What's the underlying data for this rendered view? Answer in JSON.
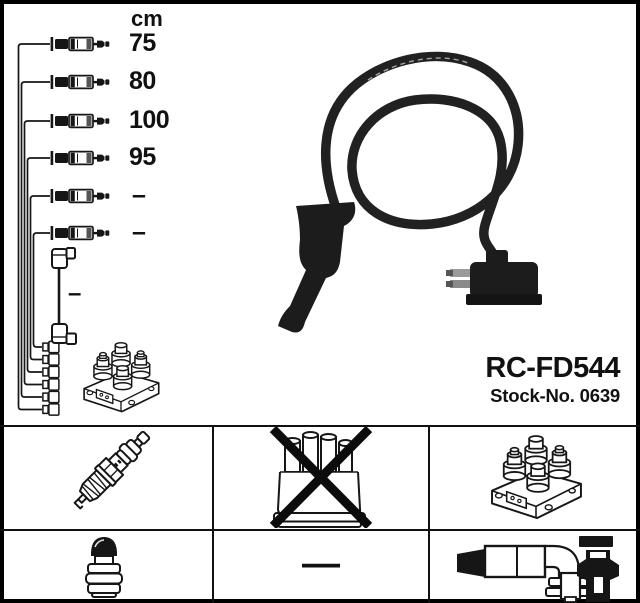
{
  "schematic": {
    "unit_label": "cm",
    "cable_lengths": [
      "75",
      "80",
      "100",
      "95",
      "–",
      "–"
    ],
    "coil_wire_length": "–"
  },
  "product": {
    "part_number": "RC-FD544",
    "stock_label": "Stock-No. 0639"
  },
  "legend": {
    "row1_icons": [
      "spark-plug-icon",
      "distributor-cap-crossed-out-icon",
      "ignition-coil-pack-icon"
    ],
    "row2_icons": [
      "terminal-nut-icon",
      "dash",
      "connector-set-icon"
    ],
    "dash_label": "—"
  },
  "colors": {
    "line_art": "#161616",
    "photo_cable": "#212121",
    "background": "#ffffff"
  }
}
